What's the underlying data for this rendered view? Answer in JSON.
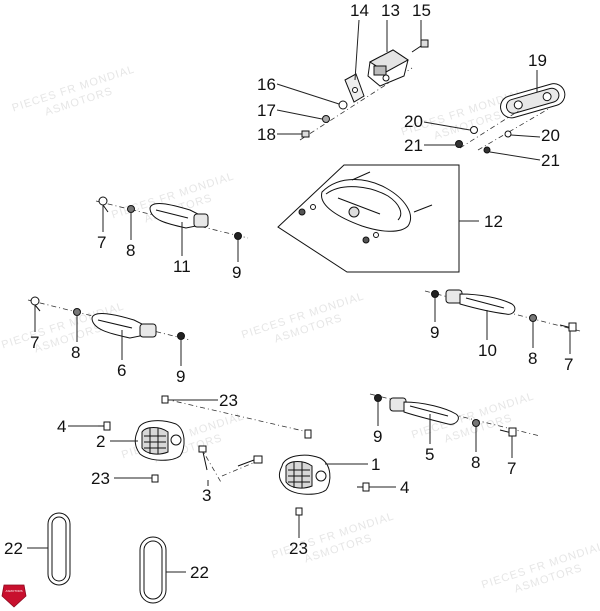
{
  "callouts": {
    "c1": "1",
    "c2": "2",
    "c3": "3",
    "c4a": "4",
    "c4b": "4",
    "c5": "5",
    "c6": "6",
    "c7a": "7",
    "c7b": "7",
    "c7c": "7",
    "c7d": "7",
    "c8a": "8",
    "c8b": "8",
    "c8c": "8",
    "c8d": "8",
    "c9a": "9",
    "c9b": "9",
    "c9c": "9",
    "c9d": "9",
    "c10": "10",
    "c11": "11",
    "c12": "12",
    "c13": "13",
    "c14": "14",
    "c15": "15",
    "c16": "16",
    "c17": "17",
    "c18": "18",
    "c19": "19",
    "c20a": "20",
    "c20b": "20",
    "c21a": "21",
    "c21b": "21",
    "c22a": "22",
    "c22b": "22",
    "c23a": "23",
    "c23b": "23",
    "c23c": "23"
  },
  "watermark": {
    "line1": "PIECES FR MONDIAL",
    "line2": "ASMOTORS"
  },
  "logo": {
    "text": "ASMOTORS",
    "color": "#c8102e"
  },
  "colors": {
    "line": "#111111",
    "background": "#ffffff",
    "watermark": "#e6e6e6"
  }
}
